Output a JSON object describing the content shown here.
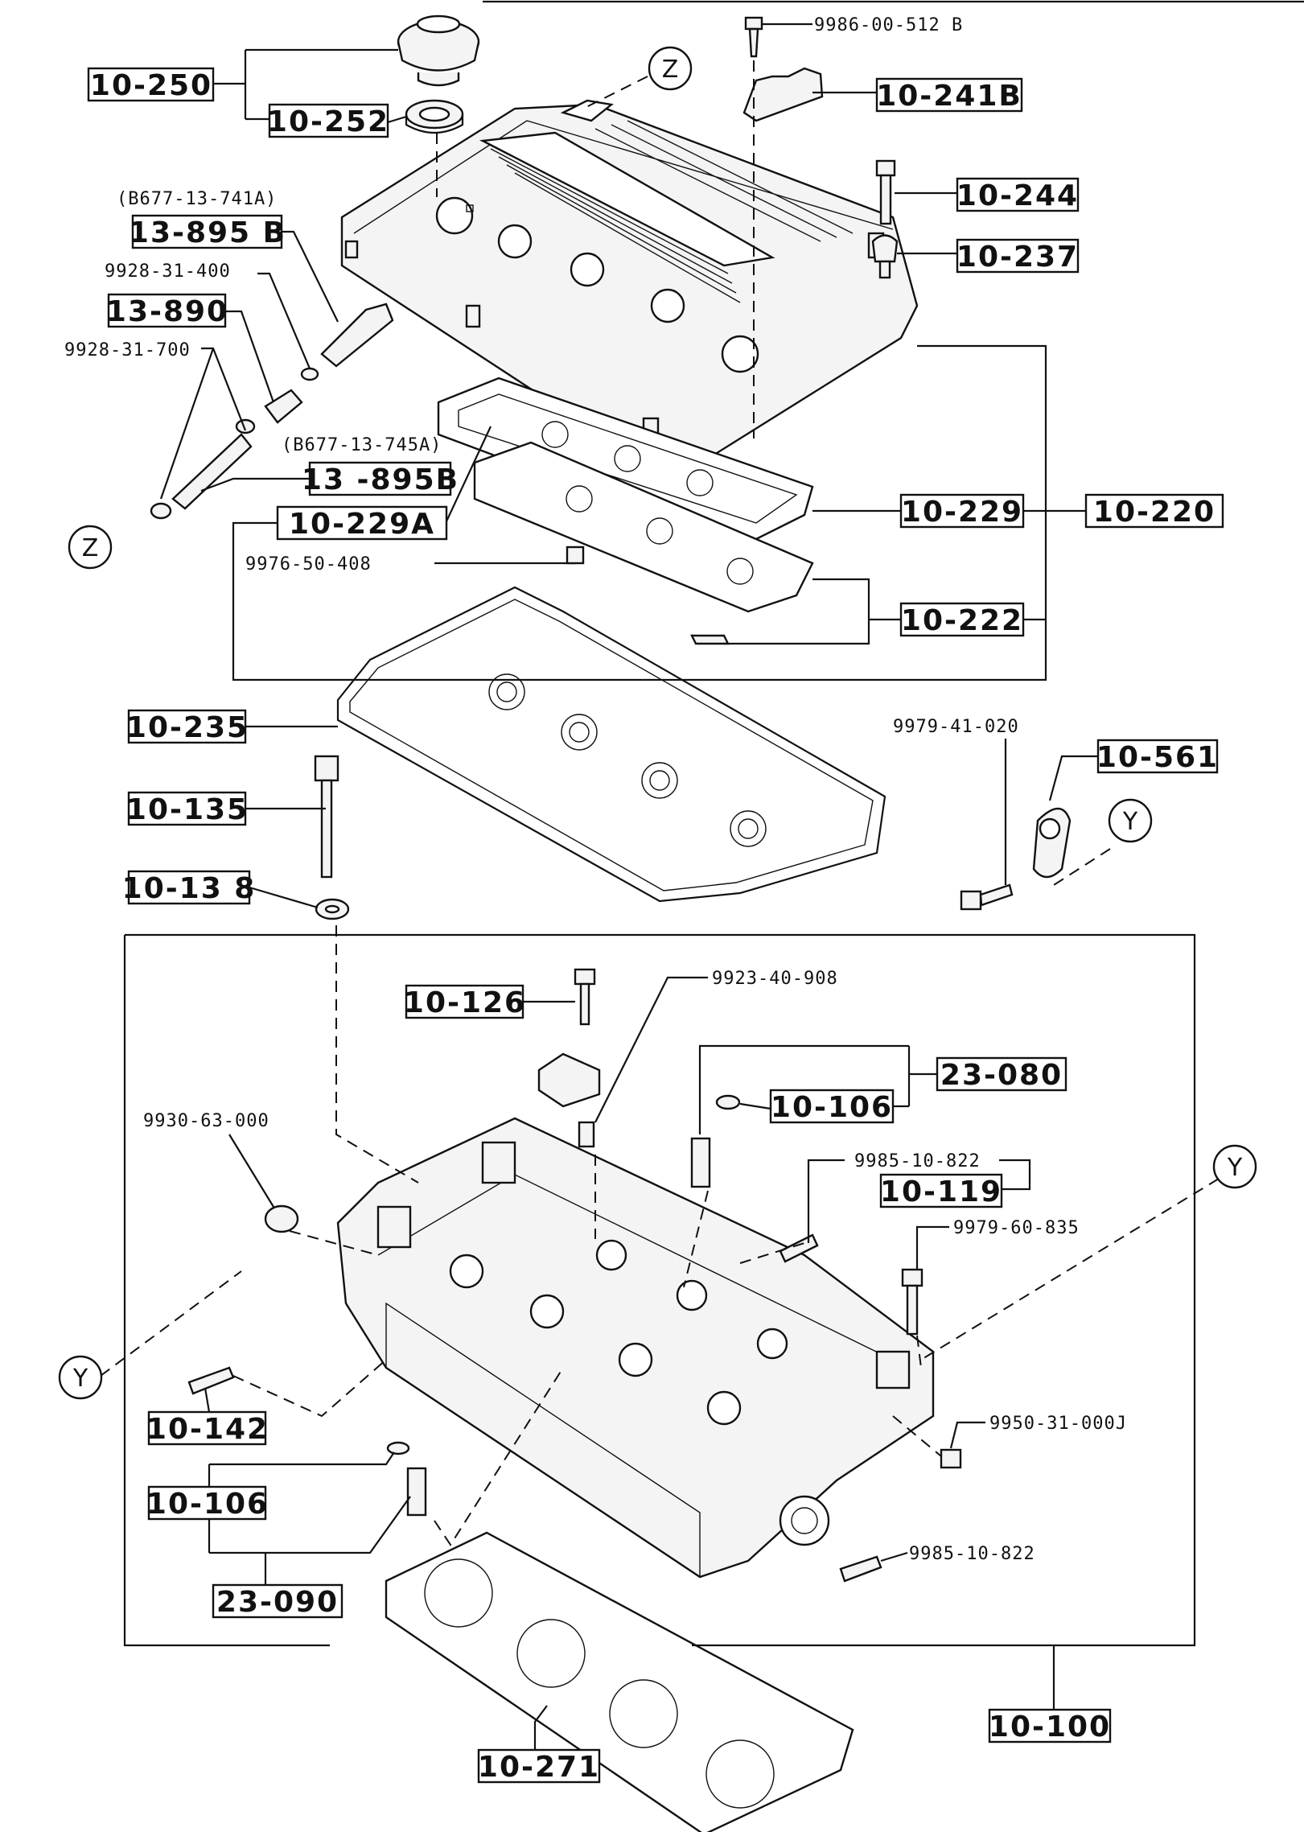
{
  "parts": {
    "p_10_250": "10-250",
    "p_10_252": "10-252",
    "p_10_241b": "10-241B",
    "p_10_244": "10-244",
    "p_10_237": "10-237",
    "p_13_895b_a": "13-895 B",
    "p_13_890": "13-890",
    "p_13_895b_b": "13 -895B",
    "p_10_229a": "10-229A",
    "p_10_229": "10-229",
    "p_10_220": "10-220",
    "p_10_222": "10-222",
    "p_10_235": "10-235",
    "p_10_135": "10-135",
    "p_10_138": "10-13 8",
    "p_10_561": "10-561",
    "p_10_126": "10-126",
    "p_23_080": "23-080",
    "p_10_106_a": "10-106",
    "p_10_119": "10-119",
    "p_10_142": "10-142",
    "p_10_106_b": "10-106",
    "p_23_090": "23-090",
    "p_10_100": "10-100",
    "p_10_271": "10-271"
  },
  "codes": {
    "c_9986_00_512b": "9986-00-512 B",
    "c_b677_13_741a": "(B677-13-741A)",
    "c_9928_31_400": "9928-31-400",
    "c_9928_31_700": "9928-31-700",
    "c_b677_13_745a": "(B677-13-745A)",
    "c_9976_50_408": "9976-50-408",
    "c_9979_41_020": "9979-41-020",
    "c_9923_40_908": "9923-40-908",
    "c_9930_63_000": "9930-63-000",
    "c_9985_10_822_a": "9985-10-822",
    "c_9979_60_835": "9979-60-835",
    "c_9950_31_000j": "9950-31-000J",
    "c_9985_10_822_b": "9985-10-822"
  },
  "refs": {
    "z": "Z",
    "y": "Y"
  }
}
